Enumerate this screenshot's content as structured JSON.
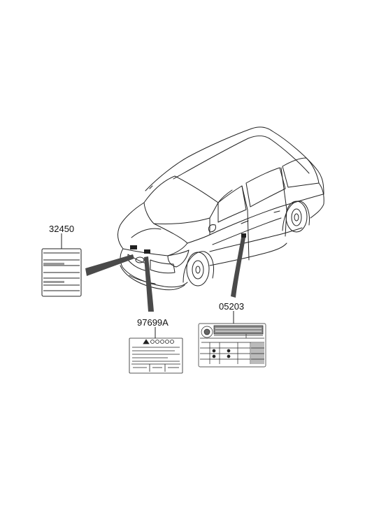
{
  "parts": [
    {
      "number": "32450"
    },
    {
      "number": "97699A"
    },
    {
      "number": "05203"
    }
  ],
  "colors": {
    "line": "#222222",
    "label_fill": "#ffffff",
    "callout_dark": "#4a4a4a"
  }
}
